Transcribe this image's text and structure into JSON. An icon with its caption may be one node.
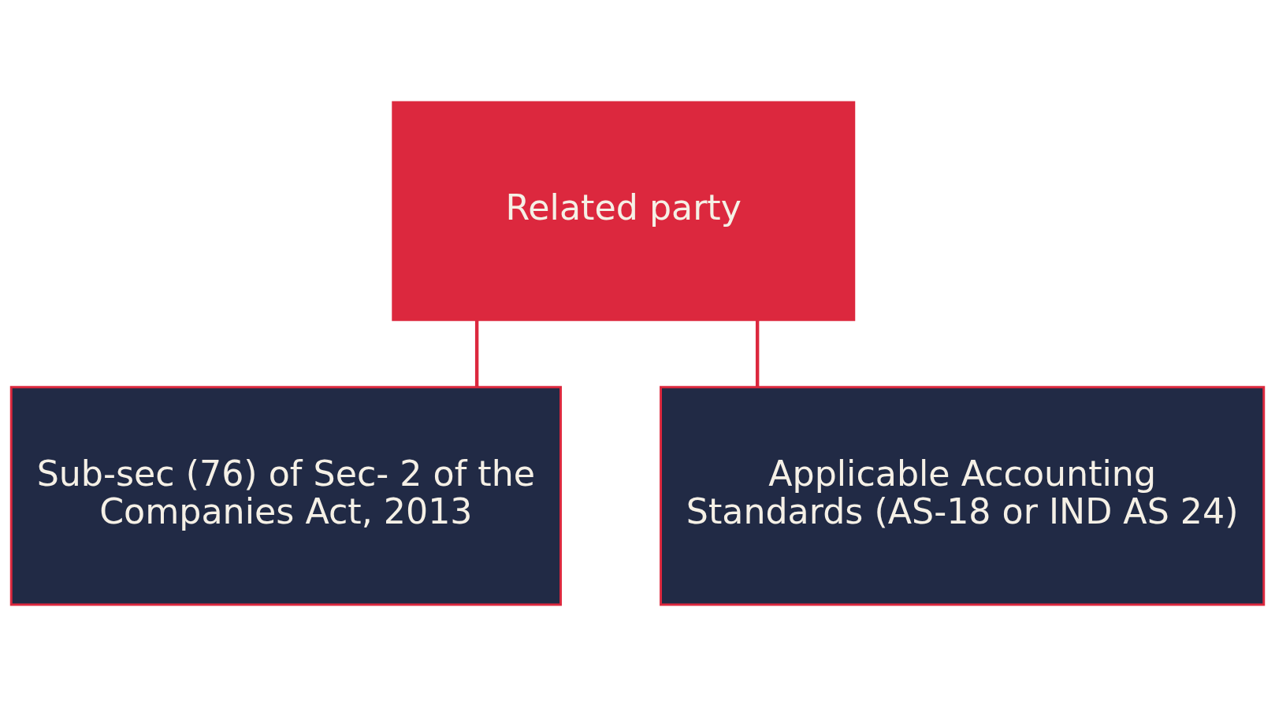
{
  "diagram": {
    "nodes": [
      {
        "text": [
          "Related party"
        ]
      },
      {
        "text": [
          "Sub-sec (76) of Sec- 2 of the Companies Act, 2013"
        ]
      },
      {
        "text": [
          "Applicable Accounting Standards (AS-18 or IND AS 24)"
        ]
      }
    ],
    "edges": [
      {
        "from": 0,
        "to": 1,
        "arrow": "none"
      },
      {
        "from": 0,
        "to": 2,
        "arrow": "none"
      }
    ]
  }
}
